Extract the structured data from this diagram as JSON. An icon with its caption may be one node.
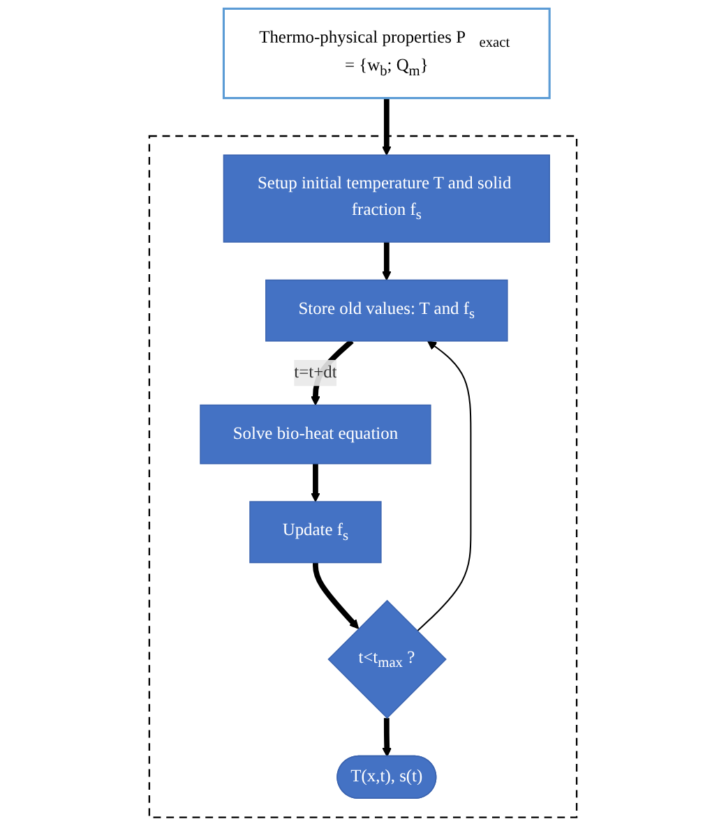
{
  "diagram": {
    "nodes": [
      {
        "text": [
          "Thermo-physical properties P⃗$_{exact}$ = {w$_{b}$; Q$_{m}$}"
        ]
      },
      {
        "text": [],
        "shape": "box"
      },
      {
        "text": [
          "Setup initial temperature T and solid fraction f$_{s}$"
        ],
        "in": 1
      },
      {
        "text": [
          "Store old values: T and f$_{s}$"
        ],
        "in": 1
      },
      {
        "text": [
          "Solve bio-heat equation"
        ],
        "in": 1
      },
      {
        "text": [
          "Update f$_{s}$"
        ],
        "in": 1
      },
      {
        "text": [
          "t<t$_{max}$ ?"
        ],
        "in": 1
      },
      {
        "text": [
          "T(x,t), s(t)"
        ],
        "in": 1
      }
    ],
    "edges": [
      {
        "from": 0,
        "to": 2,
        "arrow": "to"
      },
      {
        "from": 2,
        "to": 3,
        "arrow": "to"
      },
      {
        "from": 3,
        "to": 4,
        "arrow": "to",
        "label": "t=t+dt"
      },
      {
        "from": 4,
        "to": 5,
        "arrow": "to"
      },
      {
        "from": 5,
        "to": 6,
        "arrow": "to"
      },
      {
        "from": 6,
        "to": 7,
        "arrow": "to"
      },
      {
        "from": 6,
        "to": 3,
        "arrow": "to"
      }
    ]
  }
}
